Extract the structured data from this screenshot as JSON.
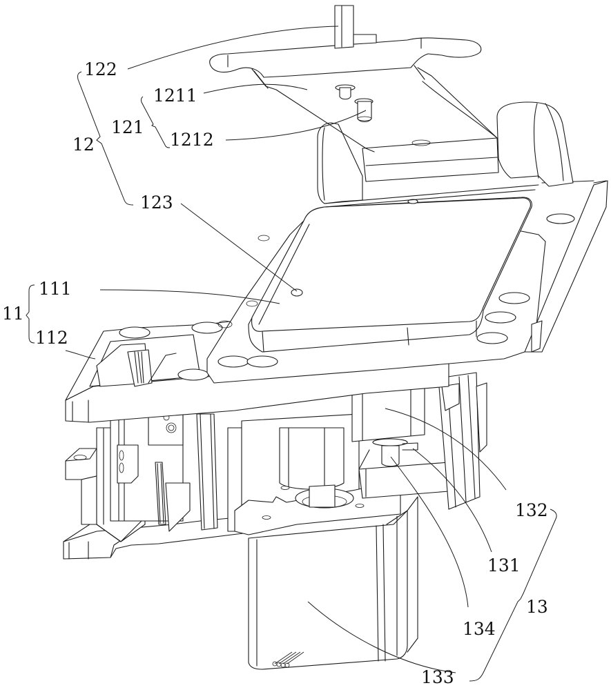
{
  "figure": {
    "type": "patent mechanical perspective drawing",
    "background_color": "#ffffff",
    "line_color": "#1a1a1a"
  },
  "labels": {
    "l122": "122",
    "l1211": "1211",
    "l121": "121",
    "l12": "12",
    "l1212": "1212",
    "l123": "123",
    "l111": "111",
    "l11": "11",
    "l112": "112",
    "l132": "132",
    "l131": "131",
    "l13": "13",
    "l134": "134",
    "l133": "133"
  },
  "groups": [
    {
      "id": "11",
      "members": [
        "111",
        "112"
      ]
    },
    {
      "id": "12",
      "members": [
        "122",
        "121",
        "123"
      ]
    },
    {
      "id": "121",
      "members": [
        "1211",
        "1212"
      ]
    },
    {
      "id": "13",
      "members": [
        "132",
        "131",
        "134",
        "133"
      ]
    }
  ]
}
